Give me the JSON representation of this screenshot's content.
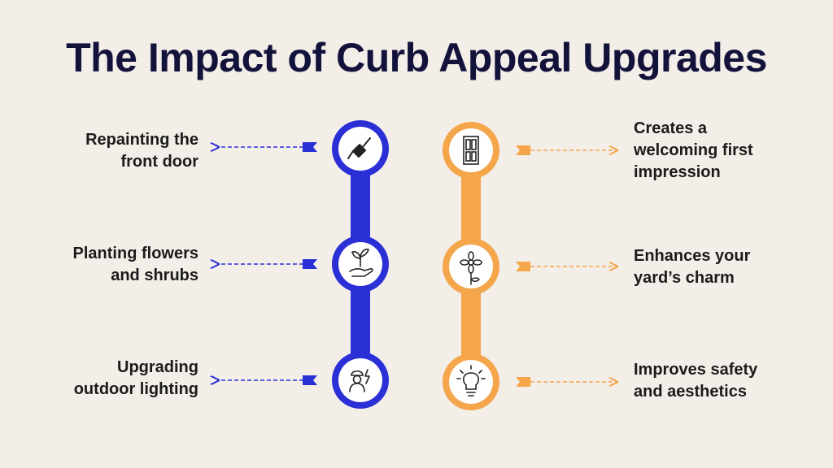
{
  "title": "The Impact of Curb Appeal Upgrades",
  "colors": {
    "left": "#2b2fd6",
    "right": "#f5a54a",
    "background": "#f3eee8",
    "title": "#12123a"
  },
  "left_items": [
    {
      "line1": "Repainting the",
      "line2": "front door",
      "icon": "paintbrush-icon"
    },
    {
      "line1": "Planting flowers",
      "line2": "and shrubs",
      "icon": "plant-in-hand-icon"
    },
    {
      "line1": "Upgrading",
      "line2": "outdoor lighting",
      "icon": "electrician-icon"
    }
  ],
  "right_items": [
    {
      "line1": "Creates a",
      "line2": "welcoming first",
      "line3": "impression",
      "icon": "door-icon"
    },
    {
      "line1": "Enhances your",
      "line2": "yard’s charm",
      "icon": "flower-icon"
    },
    {
      "line1": "Improves safety",
      "line2": "and aesthetics",
      "icon": "lightbulb-icon"
    }
  ]
}
